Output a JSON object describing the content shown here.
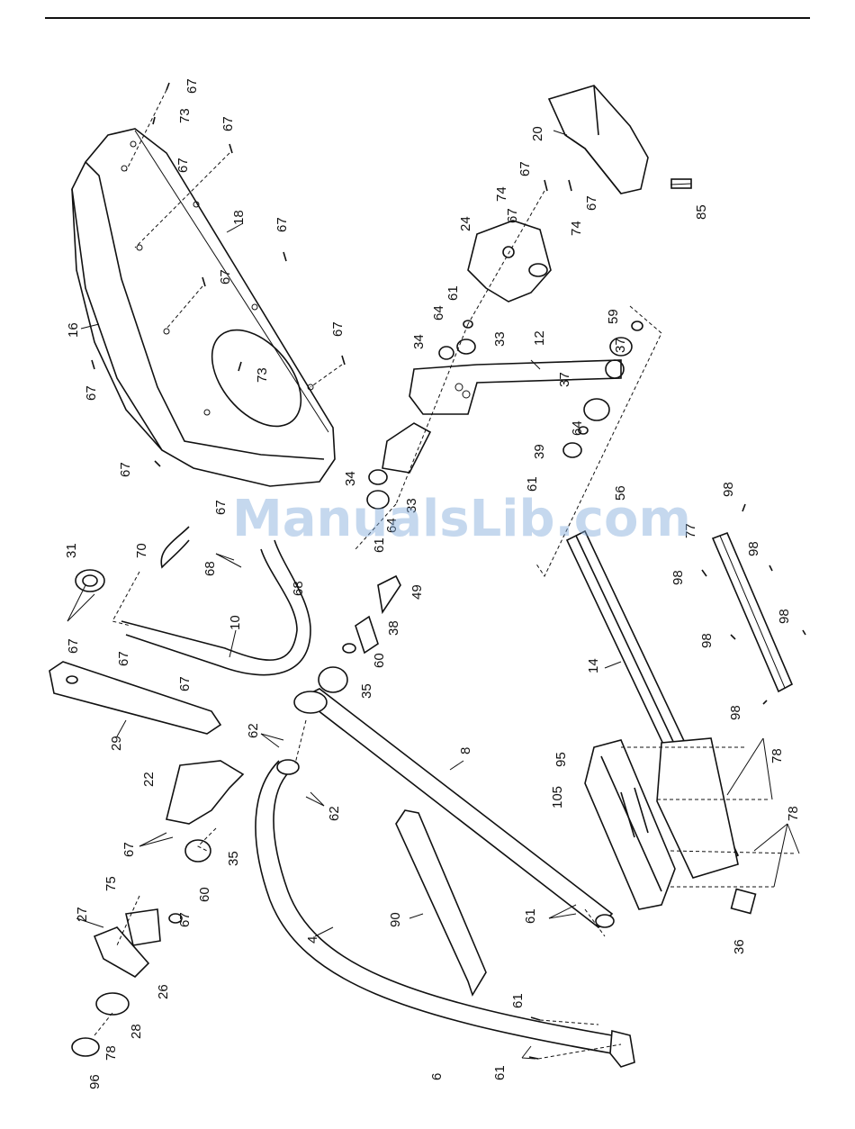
{
  "watermark": "ManualsLib.com",
  "labels": {
    "p4": "4",
    "p6": "6",
    "p8": "8",
    "p10": "10",
    "p12": "12",
    "p14": "14",
    "p16": "16",
    "p18": "18",
    "p20": "20",
    "p22": "22",
    "p24": "24",
    "p26": "26",
    "p27": "27",
    "p28": "28",
    "p29": "29",
    "p31": "31",
    "p33": "33",
    "p34a": "34",
    "p34b": "34",
    "p35a": "35",
    "p35b": "35",
    "p36": "36",
    "p37a": "37",
    "p37b": "37",
    "p38": "38",
    "p39": "39",
    "p49": "49",
    "p56": "56",
    "p59": "59",
    "p60a": "60",
    "p60b": "60",
    "p61a": "61",
    "p61b": "61",
    "p61c": "61",
    "p61d": "61",
    "p61e": "61",
    "p61f": "61",
    "p62a": "62",
    "p62b": "62",
    "p64a": "64",
    "p64b": "64",
    "p67_1": "67",
    "p67_2": "67",
    "p67_3": "67",
    "p67_4": "67",
    "p67_5": "67",
    "p67_6": "67",
    "p67_7": "67",
    "p67_8": "67",
    "p67_9": "67",
    "p67_10": "67",
    "p67_11": "67",
    "p67_12": "67",
    "p67_13": "67",
    "p67_14": "67",
    "p67_15": "67",
    "p67_16": "67",
    "p67_17": "67",
    "p68a": "68",
    "p68b": "68",
    "p70": "70",
    "p73a": "73",
    "p73b": "73",
    "p74a": "74",
    "p74b": "74",
    "p75": "75",
    "p77": "77",
    "p78a": "78",
    "p78b": "78",
    "p78c": "78",
    "p85": "85",
    "p90": "90",
    "p95": "95",
    "p96": "96",
    "p98a": "98",
    "p98b": "98",
    "p98c": "98",
    "p98d": "98",
    "p98e": "98",
    "p98f": "98",
    "p105": "105",
    "p33b": "33"
  }
}
